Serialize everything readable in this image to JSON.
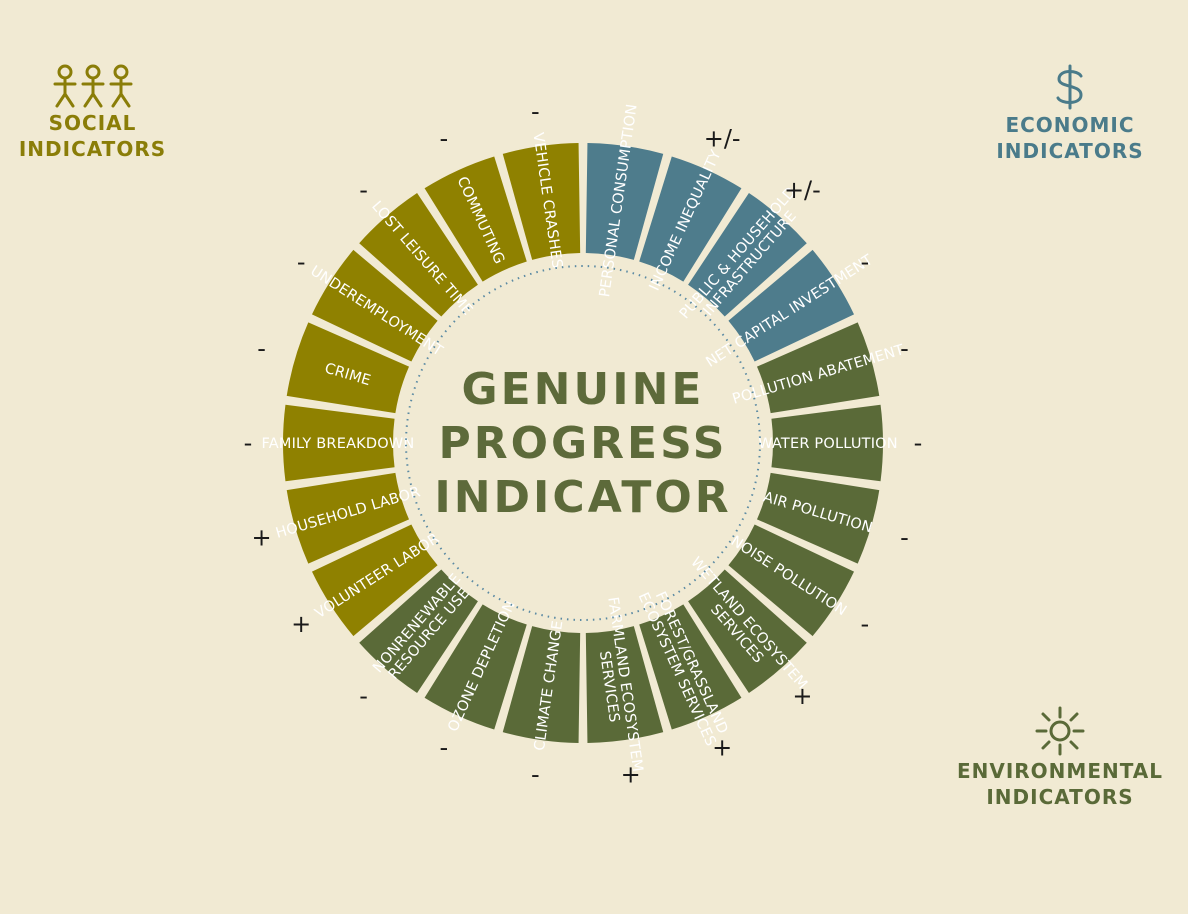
{
  "title_lines": [
    "GENUINE",
    "PROGRESS",
    "INDICATOR"
  ],
  "colors": {
    "social": "#8f8100",
    "economic": "#4e7c8c",
    "environmental": "#5a6a38",
    "background": "#f1ead3",
    "dots": "#5b8aa3"
  },
  "legend": {
    "social": {
      "line1": "SOCIAL",
      "line2": "INDICATORS",
      "icon": "people-icon"
    },
    "economic": {
      "line1": "ECONOMIC",
      "line2": "INDICATORS",
      "icon": "dollar-icon"
    },
    "environmental": {
      "line1": "ENVIRONMENTAL",
      "line2": "INDICATORS",
      "icon": "sun-icon"
    }
  },
  "segments": [
    {
      "lines": [
        "PERSONAL CONSUMPTION"
      ],
      "category": "economic",
      "sign": ""
    },
    {
      "lines": [
        "INCOME INEQUALITY"
      ],
      "category": "economic",
      "sign": "+/-"
    },
    {
      "lines": [
        "PUBLIC & HOUSEHOLD",
        "INFRASTRUCTURE"
      ],
      "category": "economic",
      "sign": "+/-"
    },
    {
      "lines": [
        "NET CAPITAL INVESTMENT"
      ],
      "category": "economic",
      "sign": "-"
    },
    {
      "lines": [
        "POLLUTION ABATEMENT"
      ],
      "category": "environmental",
      "sign": "-"
    },
    {
      "lines": [
        "WATER POLLUTION"
      ],
      "category": "environmental",
      "sign": "-"
    },
    {
      "lines": [
        "AIR POLLUTION"
      ],
      "category": "environmental",
      "sign": "-"
    },
    {
      "lines": [
        "NOISE POLLUTION"
      ],
      "category": "environmental",
      "sign": "-"
    },
    {
      "lines": [
        "WETLAND ECOSYSTEM",
        "SERVICES"
      ],
      "category": "environmental",
      "sign": "+"
    },
    {
      "lines": [
        "FOREST/GRASSLAND",
        "ECOSYSTEM SERVICES"
      ],
      "category": "environmental",
      "sign": "+"
    },
    {
      "lines": [
        "FARMLAND ECOSYSTEM",
        "SERVICES"
      ],
      "category": "environmental",
      "sign": "+"
    },
    {
      "lines": [
        "CLIMATE CHANGE"
      ],
      "category": "environmental",
      "sign": "-"
    },
    {
      "lines": [
        "OZONE DEPLETION"
      ],
      "category": "environmental",
      "sign": "-"
    },
    {
      "lines": [
        "NONRENEWABLE",
        "RESOURCE USE"
      ],
      "category": "environmental",
      "sign": "-"
    },
    {
      "lines": [
        "VOLUNTEER LABOR"
      ],
      "category": "social",
      "sign": "+"
    },
    {
      "lines": [
        "HOUSEHOLD LABOR"
      ],
      "category": "social",
      "sign": "+"
    },
    {
      "lines": [
        "FAMILY BREAKDOWN"
      ],
      "category": "social",
      "sign": "-"
    },
    {
      "lines": [
        "CRIME"
      ],
      "category": "social",
      "sign": "-"
    },
    {
      "lines": [
        "UNDEREMPLOYMENT"
      ],
      "category": "social",
      "sign": "-"
    },
    {
      "lines": [
        "LOST LEISURE TIME"
      ],
      "category": "social",
      "sign": "-"
    },
    {
      "lines": [
        "COMMUTING"
      ],
      "category": "social",
      "sign": "-"
    },
    {
      "lines": [
        "VEHICLE CRASHES"
      ],
      "category": "social",
      "sign": "-"
    }
  ]
}
